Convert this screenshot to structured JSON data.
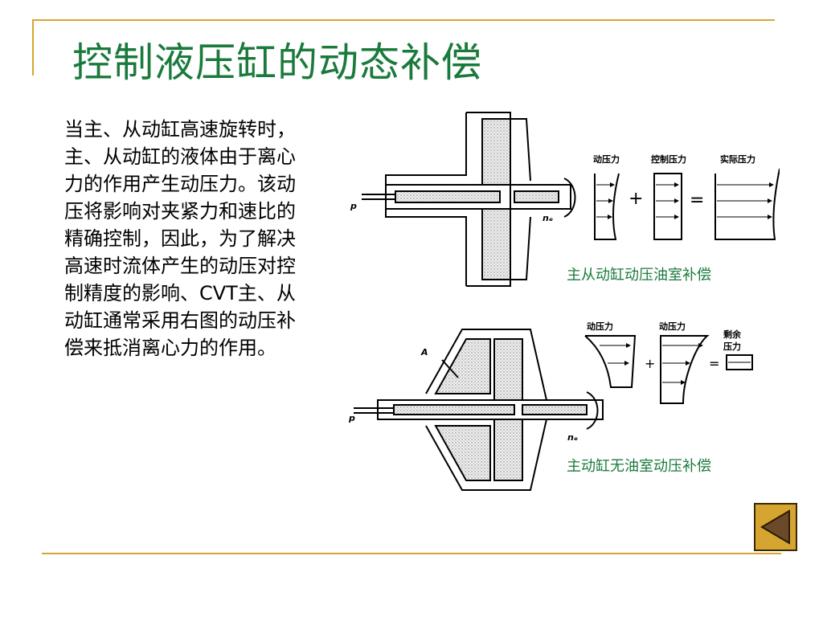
{
  "slide": {
    "title": "控制液压缸的动态补偿",
    "body": "当主、从动缸高速旋转时，主、从动缸的液体由于离心力的作用产生动压力。该动压将影响对夹紧力和速比的精确控制，因此，为了解决高速时流体产生的动压对控制精度的影响、CVT主、从动缸通常采用右图的动压补偿来抵消离心力的作用。"
  },
  "figure1": {
    "caption": "主从动缸动压油室补偿",
    "label_dynamic": "动压力",
    "label_control": "控制压力",
    "label_actual": "实际压力",
    "label_p": "p",
    "label_ne": "nₑ",
    "plus": "+",
    "equals": "="
  },
  "figure2": {
    "caption": "主动缸无油室动压补偿",
    "label_dynamic_a": "动压力",
    "label_dynamic_b": "动压力",
    "label_residual_1": "剩余",
    "label_residual_2": "压力",
    "label_p": "p",
    "label_ne": "nₑ",
    "label_a": "A",
    "plus": "+",
    "equals": "="
  },
  "nav": {
    "icon": "triangle-left-icon"
  },
  "colors": {
    "title": "#1a7a3c",
    "rule": "#d6a531",
    "nav": "#d6a531"
  }
}
